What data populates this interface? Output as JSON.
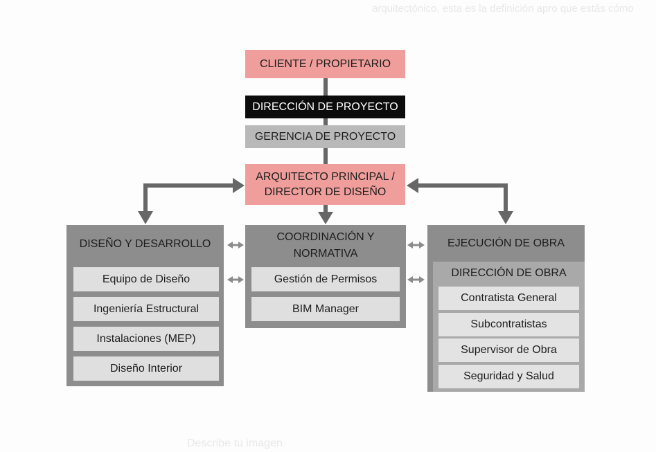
{
  "background_text": {
    "top": "arquitectónico, esta es la definición apro que estás cómo",
    "bottom": "Describe tu imagen"
  },
  "chain": {
    "client": "CLIENTE / PROPIETARIO",
    "project_direction": "DIRECCIÓN DE PROYECTO",
    "project_management": "GERENCIA DE PROYECTO",
    "lead_architect": [
      "ARQUITECTO PRINCIPAL /",
      "DIRECTOR DE DISEÑO"
    ]
  },
  "departments": [
    {
      "title": [
        "DISEÑO Y DESARROLLO"
      ],
      "items": [
        "Equipo de Diseño",
        "Ingeniería Estructural",
        "Instalaciones (MEP)",
        "Diseño Interior"
      ]
    },
    {
      "title": [
        "COORDINACIÓN Y",
        "NORMATIVA"
      ],
      "items": [
        "Gestión de Permisos",
        "BIM Manager"
      ]
    },
    {
      "title": [
        "EJECUCIÓN DE OBRA"
      ],
      "subgroup": {
        "title": "DIRECCIÓN DE OBRA",
        "items": [
          "Contratista General",
          "Subcontratistas",
          "Supervisor de Obra",
          "Seguridad y Salud"
        ]
      }
    }
  ],
  "colors": {
    "page_background": "#fdfdfd",
    "ghost_text": "#e8e8e8",
    "highlight_pink": "#ef9e9b",
    "direction_black": "#0c0c0c",
    "management_gray": "#b9b9b9",
    "panel_gray": "#8d8d8d",
    "subpanel_gray": "#a9a9a9",
    "item_gray": "#dfdfdf",
    "subitem_gray": "#e3e3e3",
    "text_dark": "#1d1d1d",
    "text_light": "#ffffff",
    "connector_gray": "#676767",
    "link_gray": "#8b8b8b"
  },
  "icons": {
    "hierarchy_arrow": "arrow-down-icon",
    "bidirectional_link": "double-arrow-icon"
  }
}
